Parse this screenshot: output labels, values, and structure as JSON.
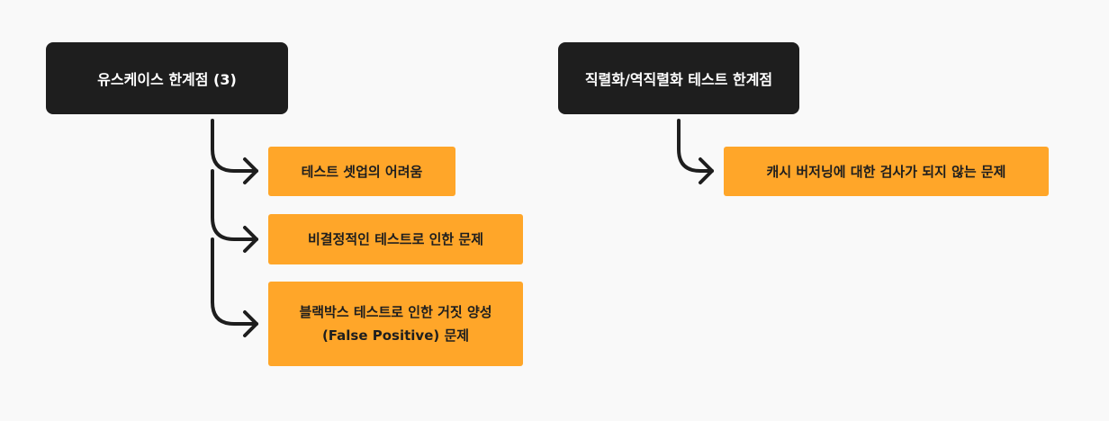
{
  "left_group": {
    "title": "유스케이스 한계점 (3)",
    "items": [
      {
        "label": "테스트 셋업의 어려움"
      },
      {
        "label": "비결정적인 테스트로 인한 문제"
      },
      {
        "line1": "블랙박스 테스트로 인한 거짓 양성",
        "line2": "(False Positive) 문제"
      }
    ]
  },
  "right_group": {
    "title": "직렬화/역직렬화 테스트 한계점",
    "items": [
      {
        "label": "캐시 버저닝에 대한 검사가 되지 않는 문제"
      }
    ]
  },
  "colors": {
    "background": "#f9f9f9",
    "dark_box": "#1e1e1e",
    "orange_box": "#ffa629",
    "connector": "#1e1e1e"
  }
}
